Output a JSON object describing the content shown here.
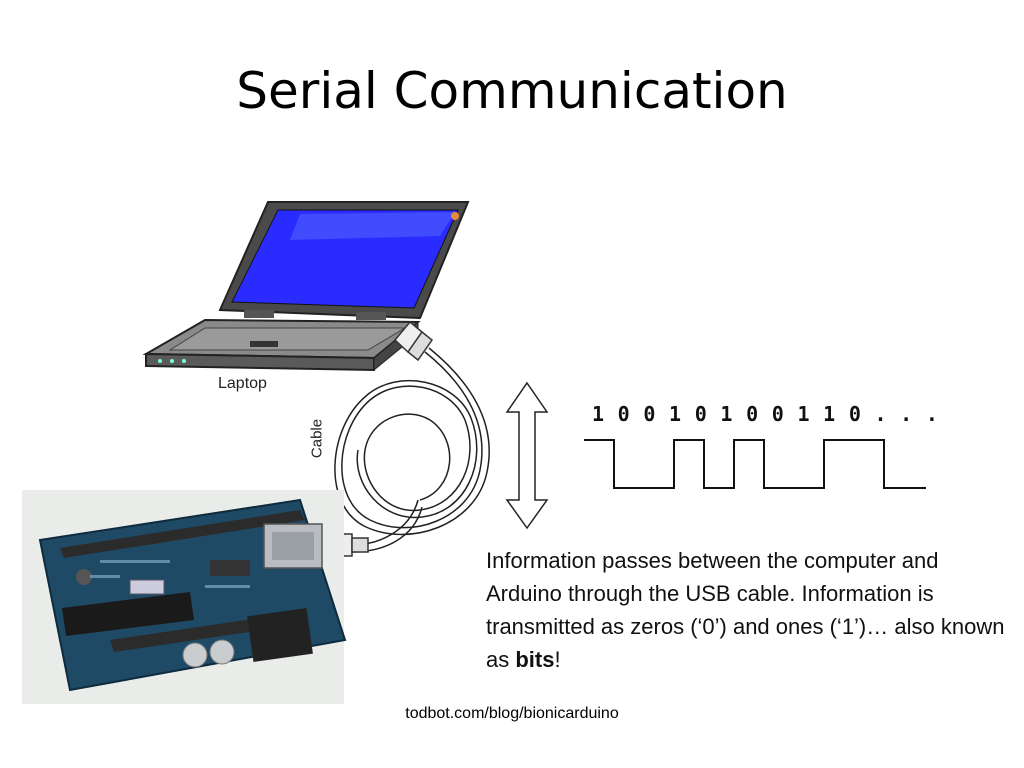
{
  "slide": {
    "title": "Serial Communication",
    "laptop_label": "Laptop",
    "cable_label": "Cable",
    "bit_sequence": "1 0 0 1 0 1 0 0 1 1 0 . . .",
    "info_text_main": "Information passes between the computer and Arduino through the USB cable. Information is transmitted as zeros (‘0’) and ones (‘1’)… also known as ",
    "info_text_bold": "bits",
    "info_text_end": "!",
    "source": "todbot.com/blog/bionicarduino"
  },
  "colors": {
    "screen": "#2a2cff",
    "laptop_body": "#6b6b6b",
    "board": "#1f4a66",
    "wave": "#111111"
  }
}
